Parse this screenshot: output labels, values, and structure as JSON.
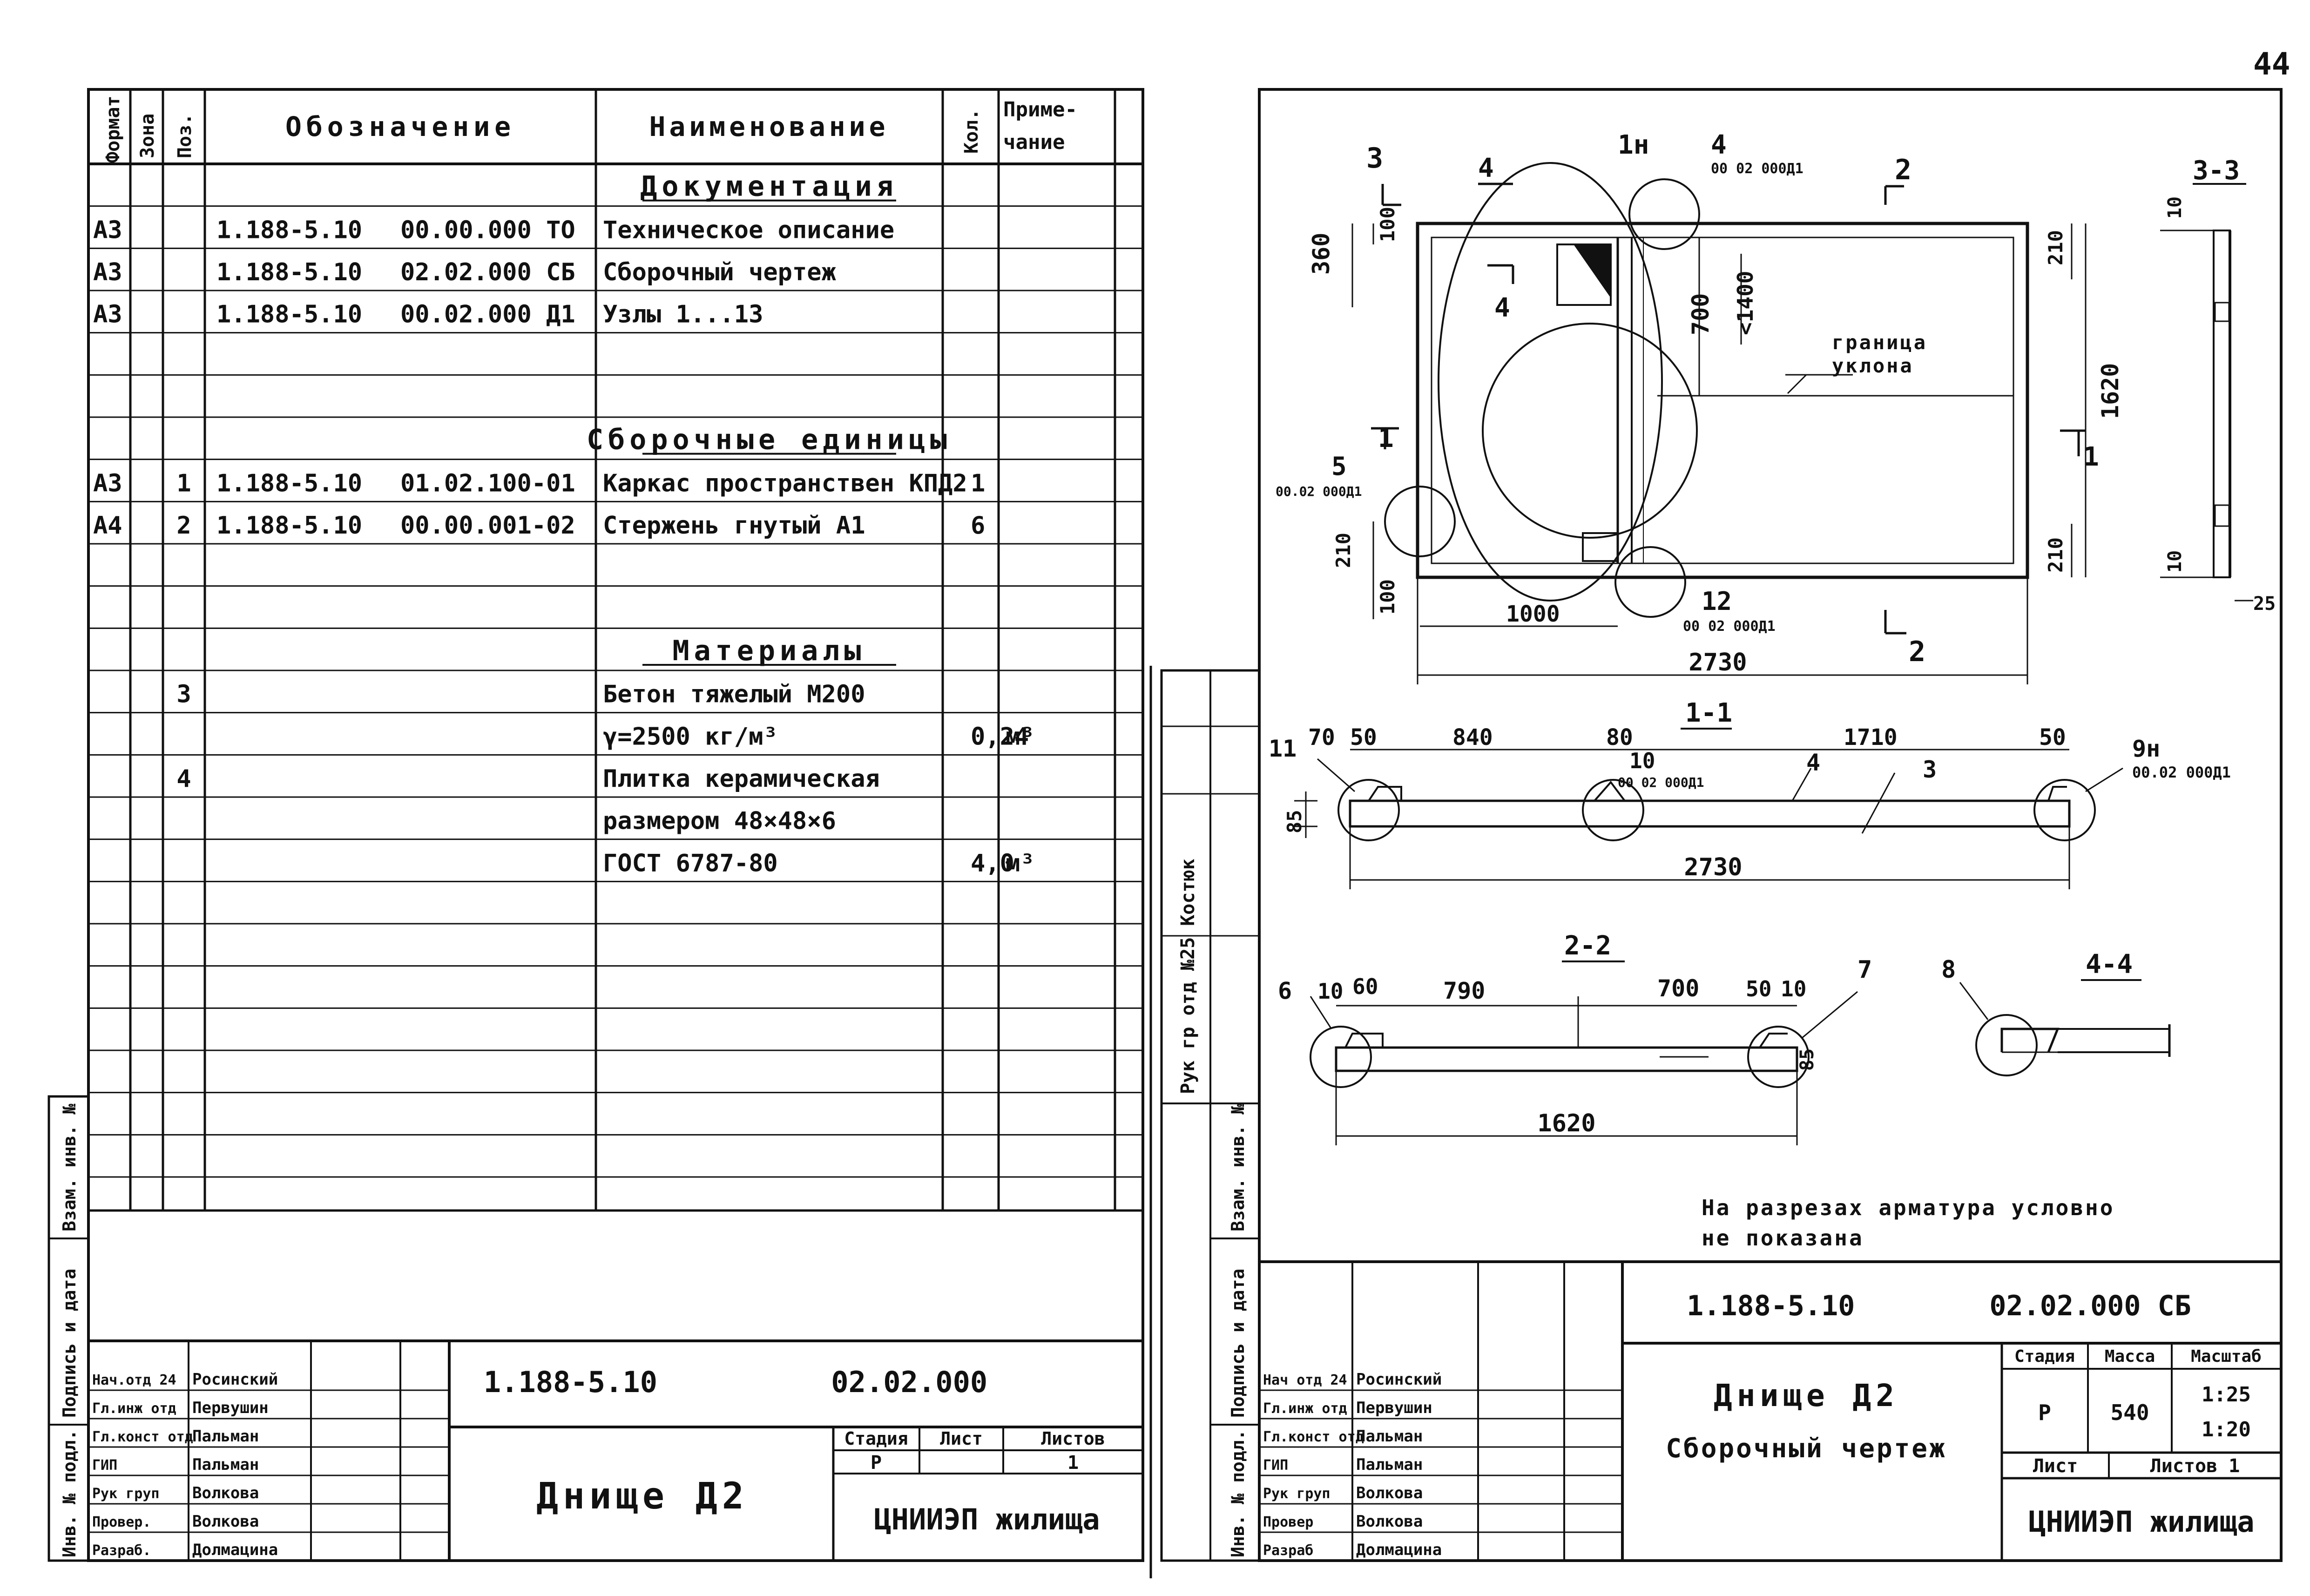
{
  "page_number": "44",
  "spec": {
    "headers": {
      "format": "Формат",
      "zone": "Зона",
      "pos": "Поз.",
      "designation": "Обозначение",
      "name": "Наименование",
      "qty": "Кол.",
      "note": "Приме-\nчание"
    },
    "rows": [
      {
        "format": "",
        "pos": "",
        "code1": "",
        "code2": "",
        "name": "Документация",
        "qty": "",
        "note": "",
        "section": true
      },
      {
        "format": "А3",
        "pos": "",
        "code1": "1.188-5.10",
        "code2": "00.00.000 ТО",
        "name": "Техническое описание",
        "qty": "",
        "note": ""
      },
      {
        "format": "А3",
        "pos": "",
        "code1": "1.188-5.10",
        "code2": "02.02.000 СБ",
        "name": "Сборочный чертеж",
        "qty": "",
        "note": ""
      },
      {
        "format": "А3",
        "pos": "",
        "code1": "1.188-5.10",
        "code2": "00.02.000 Д1",
        "name": "Узлы 1...13",
        "qty": "",
        "note": ""
      },
      {
        "format": "",
        "pos": "",
        "code1": "",
        "code2": "",
        "name": "",
        "qty": "",
        "note": ""
      },
      {
        "format": "",
        "pos": "",
        "code1": "",
        "code2": "",
        "name": "",
        "qty": "",
        "note": ""
      },
      {
        "format": "",
        "pos": "",
        "code1": "",
        "code2": "",
        "name": "Сборочные единицы",
        "qty": "",
        "note": "",
        "section": true
      },
      {
        "format": "А3",
        "pos": "1",
        "code1": "1.188-5.10",
        "code2": "01.02.100-01",
        "name": "Каркас пространствен КПД2",
        "qty": "1",
        "note": ""
      },
      {
        "format": "А4",
        "pos": "2",
        "code1": "1.188-5.10",
        "code2": "00.00.001-02",
        "name": "Стержень гнутый А1",
        "qty": "6",
        "note": ""
      },
      {
        "format": "",
        "pos": "",
        "code1": "",
        "code2": "",
        "name": "",
        "qty": "",
        "note": ""
      },
      {
        "format": "",
        "pos": "",
        "code1": "",
        "code2": "",
        "name": "",
        "qty": "",
        "note": ""
      },
      {
        "format": "",
        "pos": "",
        "code1": "",
        "code2": "",
        "name": "Материалы",
        "qty": "",
        "note": "",
        "section": true
      },
      {
        "format": "",
        "pos": "3",
        "code1": "",
        "code2": "",
        "name": "Бетон тяжелый М200",
        "qty": "",
        "note": ""
      },
      {
        "format": "",
        "pos": "",
        "code1": "",
        "code2": "",
        "name": "γ=2500 кг/м³",
        "qty": "0,24",
        "note": "м³"
      },
      {
        "format": "",
        "pos": "4",
        "code1": "",
        "code2": "",
        "name": "Плитка керамическая",
        "qty": "",
        "note": ""
      },
      {
        "format": "",
        "pos": "",
        "code1": "",
        "code2": "",
        "name": "размером 48×48×6",
        "qty": "",
        "note": ""
      },
      {
        "format": "",
        "pos": "",
        "code1": "",
        "code2": "",
        "name": "ГОСТ 6787-80",
        "qty": "4,0",
        "note": "м³"
      }
    ]
  },
  "left_stamp": {
    "code": "1.188-5.10          02.02.000",
    "title": "Днище Д2",
    "stage_label": "Стадия",
    "sheet_label": "Лист",
    "sheets_label": "Листов",
    "stage": "Р",
    "sheets": "1",
    "org": "ЦНИИЭП жилища",
    "people": [
      {
        "role": "Нач.отд 24",
        "name": "Росинский"
      },
      {
        "role": "Гл.инж отд",
        "name": "Первушин"
      },
      {
        "role": "Гл.конст отд",
        "name": "Пальман"
      },
      {
        "role": "ГИП",
        "name": "Пальман"
      },
      {
        "role": "Рук груп",
        "name": "Волкова"
      },
      {
        "role": "Провер.",
        "name": "Волкова"
      },
      {
        "role": "Разраб.",
        "name": "Долмацина"
      }
    ],
    "side_labels": [
      "Инв. № подл.",
      "Подпись и дата",
      "Взам. инв. №"
    ]
  },
  "right_stamp": {
    "code": "1.188-5.10        02.02.000 СБ",
    "title1": "Днище Д2",
    "title2": "Сборочный чертеж",
    "stage_label": "Стадия",
    "mass_label": "Масса",
    "scale_label": "Масштаб",
    "stage": "Р",
    "mass": "540",
    "scale1": "1:25",
    "scale2": "1:20",
    "sheet_label": "Лист",
    "sheets_label": "Листов 1",
    "org": "ЦНИИЭП жилища",
    "people": [
      {
        "role": "Нач отд 24",
        "name": "Росинский"
      },
      {
        "role": "Гл.инж отд",
        "name": "Первушин"
      },
      {
        "role": "Гл.конст отд",
        "name": "Пальман"
      },
      {
        "role": "ГИП",
        "name": "Пальман"
      },
      {
        "role": "Рук груп",
        "name": "Волкова"
      },
      {
        "role": "Провер",
        "name": "Волкова"
      },
      {
        "role": "Разраб",
        "name": "Долмацина"
      }
    ],
    "side_labels": [
      "Инв. № подл.",
      "Подпись и дата",
      "Взам. инв. №"
    ],
    "left_strip": "Рук гр отд №25 Костюк"
  },
  "drawing": {
    "note1": "На разрезах арматура условно",
    "note2": "не показана",
    "plan": {
      "slope_label1": "граница",
      "slope_label2": "уклона",
      "dims": {
        "d360": "360",
        "d100t": "100",
        "d700": "700",
        "d1400": "<1400",
        "d210a": "210",
        "d210b": "210",
        "d1620": "1620",
        "d210c": "210",
        "d100b": "100",
        "d1000": "1000",
        "d2730": "2730"
      },
      "callouts": {
        "c1n": "1н",
        "c4": "4",
        "c4ref": "00 02 000Д1",
        "c5": "5",
        "c5ref": "00.02 000Д1",
        "c12": "12",
        "c12ref": "00 02 000Д1",
        "s3": "3",
        "s4a": "4",
        "s4b": "4",
        "s2a": "2",
        "s2b": "2",
        "s1a": "1",
        "s1b": "1"
      }
    },
    "section33": {
      "title": "3-3",
      "d10a": "10",
      "d10b": "10",
      "d25": "25"
    },
    "section11": {
      "title": "1-1",
      "d70": "70",
      "d50a": "50",
      "d840": "840",
      "d80": "80",
      "d1710": "1710",
      "d50b": "50",
      "d85": "85",
      "d2730": "2730",
      "c11": "11",
      "c10": "10",
      "c10ref": "00 02 000Д1",
      "p4": "4",
      "p3": "3",
      "c9n": "9н",
      "c9ref": "00.02 000Д1"
    },
    "section22": {
      "title": "2-2",
      "c6": "6",
      "d10a": "10",
      "d60": "60",
      "d790": "790",
      "d700": "700",
      "d50": "50",
      "d10b": "10",
      "c7": "7",
      "d85": "85",
      "d1620": "1620"
    },
    "section44": {
      "title": "4-4",
      "c8": "8"
    }
  }
}
